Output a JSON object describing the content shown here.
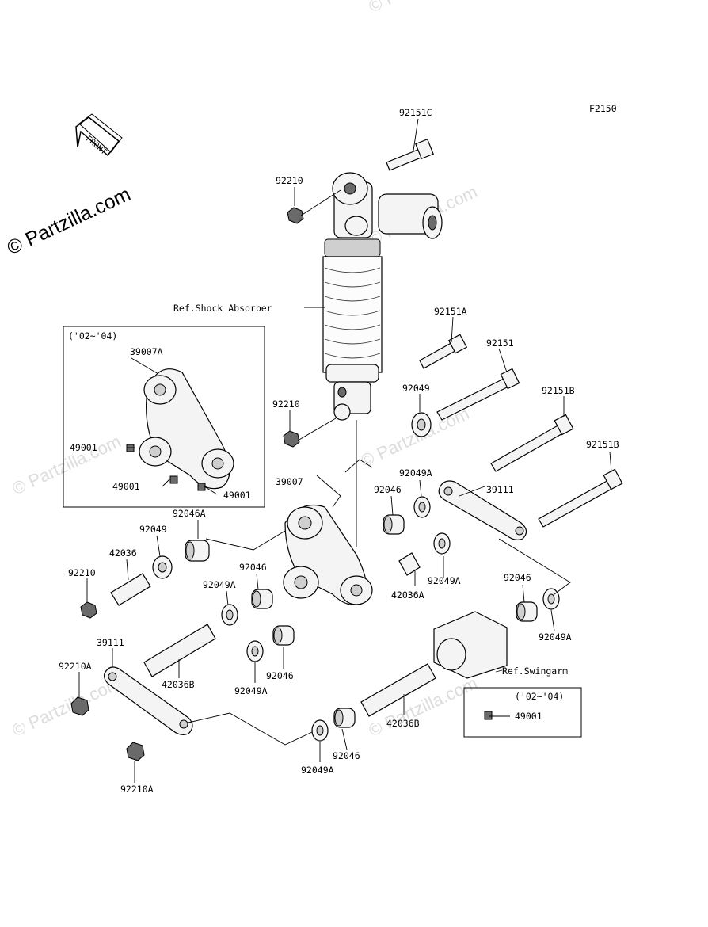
{
  "figure_code": "F2150",
  "front_arrow": "FRONT",
  "watermark_main": "© Partzilla.com",
  "watermark_faint": "© Partzilla.com",
  "inset_year": "('02~'04)",
  "parts": {
    "p92151C": "92151C",
    "p92210_top": "92210",
    "ref_shock": "Ref.Shock Absorber",
    "p92151A": "92151A",
    "p92151": "92151",
    "p92049_right": "92049",
    "p92210_mid": "92210",
    "p92151B_1": "92151B",
    "p92151B_2": "92151B",
    "p39007A": "39007A",
    "p49001_a": "49001",
    "p49001_b": "49001",
    "p49001_c": "49001",
    "p39007": "39007",
    "p92049A_1": "92049A",
    "p92046_1": "92046",
    "p39111_right": "39111",
    "p92046A": "92046A",
    "p92049_left": "92049",
    "p42036": "42036",
    "p92210_left": "92210",
    "p92046_2": "92046",
    "p92049A_2": "92049A",
    "p42036A": "42036A",
    "p92049A_3": "92049A",
    "p92046_3": "92046",
    "p92049A_4": "92049A",
    "p39111_left": "39111",
    "p92210A_1": "92210A",
    "p42036B_1": "42036B",
    "p92046_4": "92046",
    "p92049A_5": "92049A",
    "ref_swingarm": "Ref.Swingarm",
    "p49001_d": "49001",
    "p42036B_2": "42036B",
    "p92046_5": "92046",
    "p92049A_6": "92049A",
    "p92210A_2": "92210A"
  }
}
